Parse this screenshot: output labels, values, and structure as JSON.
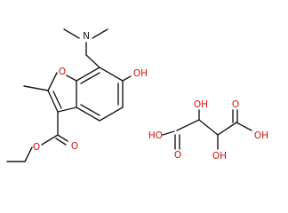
{
  "molecules": [
    {
      "name": "substituted-benzofuran",
      "atom_labels": [
        {
          "id": "n-dimethyl",
          "text": "N",
          "element": "N"
        },
        {
          "id": "o-furan",
          "text": "O",
          "element": "O"
        },
        {
          "id": "oh-phenol",
          "text": "OH",
          "element": "O"
        },
        {
          "id": "o-carbonyl",
          "text": "O",
          "element": "O"
        },
        {
          "id": "o-ester",
          "text": "O",
          "element": "O"
        }
      ]
    },
    {
      "name": "tartaric-acid",
      "atom_labels": [
        {
          "id": "ho-left-acid",
          "text": "HO",
          "element": "O"
        },
        {
          "id": "o-left-carbonyl",
          "text": "O",
          "element": "O"
        },
        {
          "id": "oh-top",
          "text": "OH",
          "element": "O"
        },
        {
          "id": "oh-bottom",
          "text": "OH",
          "element": "O"
        },
        {
          "id": "o-right-carbonyl",
          "text": "O",
          "element": "O"
        },
        {
          "id": "oh-right-acid",
          "text": "OH",
          "element": "O"
        }
      ]
    }
  ],
  "colors": {
    "carbon_bond": "#1a1a1a",
    "oxygen": "#d01010",
    "nitrogen": "#1a1a1a"
  }
}
